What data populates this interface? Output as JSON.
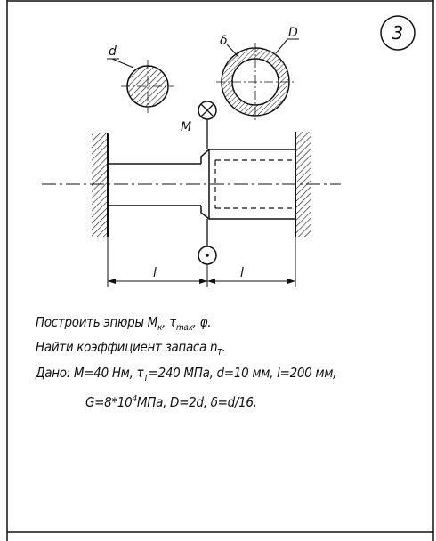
{
  "sheet": {
    "number": "3",
    "labels": {
      "d_small": "d",
      "delta": "δ",
      "D_large": "D",
      "moment": "M",
      "length_left": "l",
      "length_right": "l"
    }
  },
  "task": {
    "line1": {
      "prefix": "Построить эпюры M",
      "sub_k": "к",
      "tau": ", τ",
      "sub_max": "max",
      "suffix": ", φ."
    },
    "line2": {
      "prefix": "Найти коэффициент запаса n",
      "sub_t": "T",
      "suffix": "."
    },
    "line3": {
      "prefix": "Дано: M=40 Нм, τ",
      "sub_t": "T",
      "suffix": "=240 МПа, d=10 мм, l=200 мм,"
    },
    "line4": {
      "prefix": "G=8*10",
      "sup_4": "4",
      "suffix": "МПа, D=2d, δ=d/16."
    }
  },
  "colors": {
    "ink": "#111111",
    "paper": "#ffffff"
  }
}
